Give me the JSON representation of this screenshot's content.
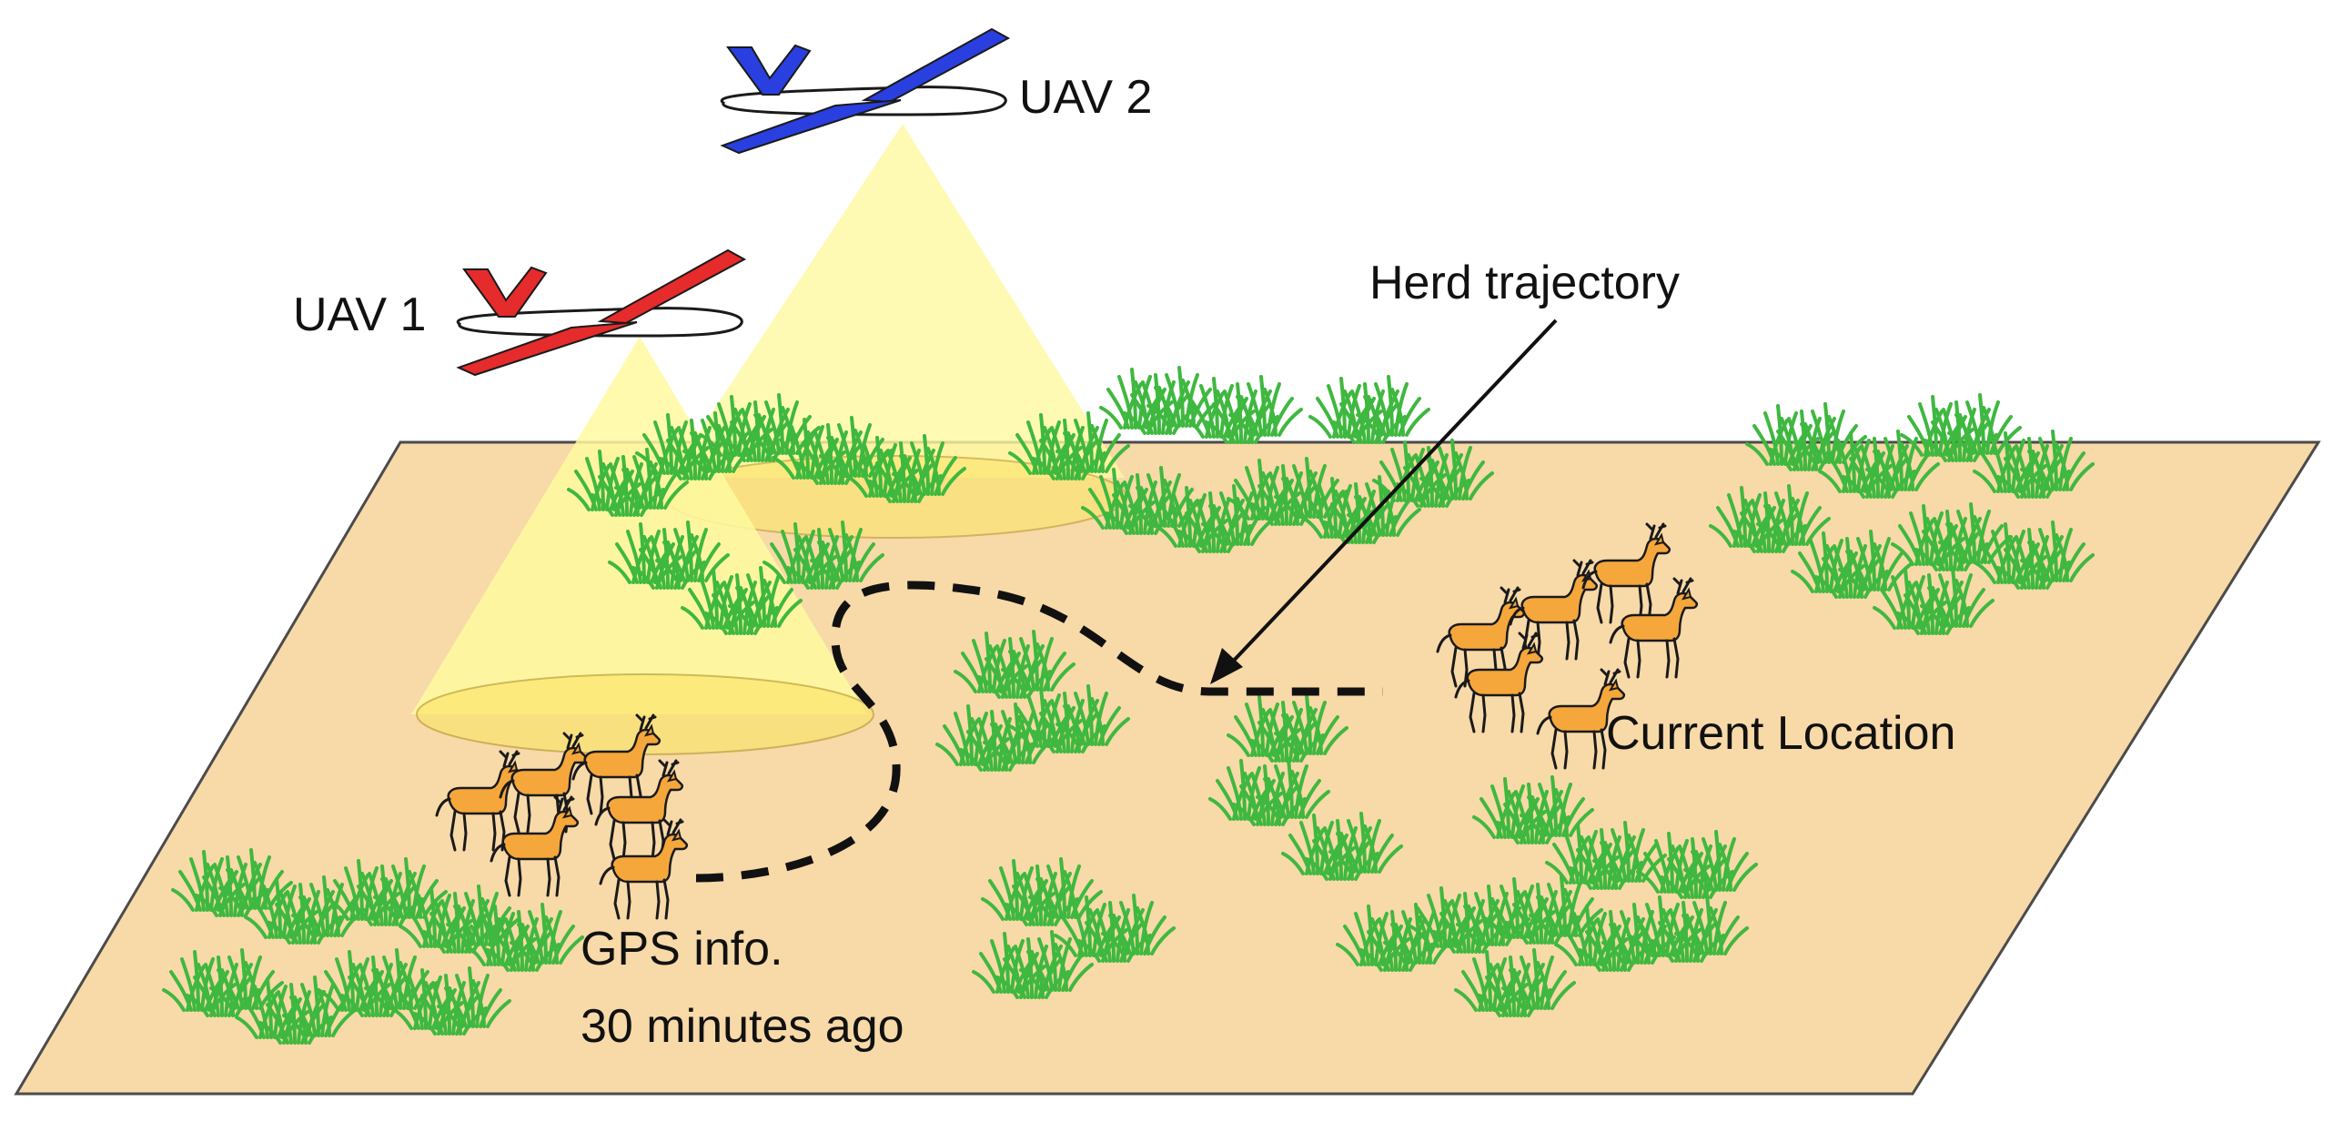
{
  "labels": {
    "uav1": "UAV 1",
    "uav2": "UAV 2",
    "herd_trajectory": "Herd trajectory",
    "current_location": "Current Location",
    "gps_info_line1": "GPS info.",
    "gps_info_line2": "30 minutes ago"
  },
  "colors": {
    "field": "#f8d9a8",
    "field_stroke": "#4b4b4b",
    "camera_cone": "#fff9a0",
    "footprint": "#fbe56a",
    "grass": "#3fb83f",
    "grass_dark": "#2f9a2f",
    "deer": "#f5a73b",
    "uav1_accent": "#e52b2b",
    "uav2_accent": "#2a3fe0",
    "trajectory": "#111111"
  },
  "icons": {
    "uav1": "fixed-wing-uav-icon",
    "uav2": "fixed-wing-uav-icon",
    "deer": "deer-icon",
    "grass": "grass-tuft-icon"
  }
}
